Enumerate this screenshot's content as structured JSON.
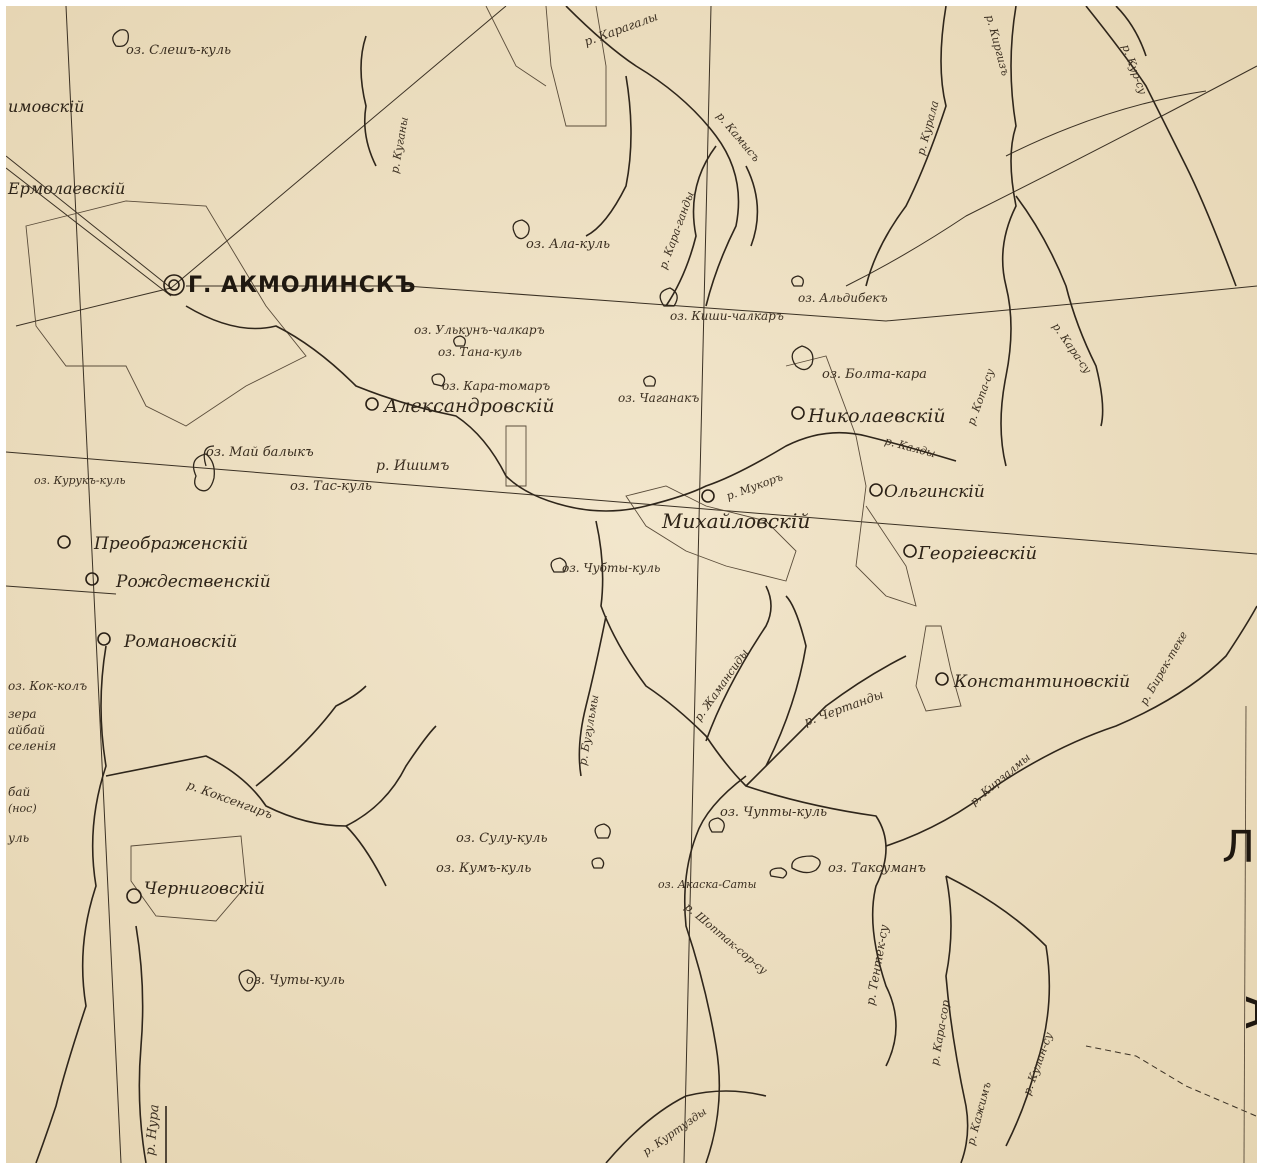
{
  "colors": {
    "paper": "#efe1c4",
    "paper_edge": "#e2d0ad",
    "ink": "#2f261b"
  },
  "cities": {
    "akmolinsk": "Г. АКМОЛИНСКЪ"
  },
  "settlements": {
    "aleksandrovsky": "Александровскій",
    "nikolaevsky": "Николаевскій",
    "olginsky": "Ольгинскій",
    "mikhailovsky": "Михайловскій",
    "georgievsky": "Георгіевскій",
    "konstantinovsky": "Константиновскій",
    "preobrazhensky": "Преображенскій",
    "rozhdestvensky": "Рождественскій",
    "romanovsky": "Романовскій",
    "chernigovsky": "Черниговскій",
    "ermolaevsky": "Ермолаевскій",
    "partial_top_left": "имовскій"
  },
  "lakes": {
    "sleshch_kul": "оз. Слешъ-куль",
    "ala_kul": "оз. Ала-куль",
    "ulkun_chalkar": "оз. Улькунъ-чалкаръ",
    "tana_kul": "оз. Тана-куль",
    "kishi_chalkar": "оз. Киши-чалкаръ",
    "aldibek": "оз. Альдибекъ",
    "bolta_kara": "оз. Болта-кара",
    "kara_tomar": "оз. Кара-томаръ",
    "chaganak": "оз. Чаганакъ",
    "mai_balyk": "оз. Май балыкъ",
    "kuruk_kul": "оз. Курукъ-куль",
    "tas_kul": "оз. Тас-куль",
    "chubty_kul": "оз. Чубты-куль",
    "kokpol": "оз. Кок-колъ",
    "chupty_kul": "оз. Чупты-куль",
    "sulu_kul": "оз. Сулу-куль",
    "kum_kul": "оз. Кумъ-куль",
    "taksuman": "оз. Таксуманъ",
    "akaska_saty": "оз. Акаска-Саты",
    "chuty_kul": "оз. Чуты-куль"
  },
  "rivers": {
    "karagal": "р. Карагалы",
    "kuragany": "р. Куганы",
    "ishim": "р. Ишимъ",
    "nura": "р. Нура",
    "koksenga": "р. Коксенгиръ",
    "chertandy": "р. Чертанды",
    "kirkalma": "р. Кирзалмы",
    "birek": "р. Бирек-теке",
    "bugulmy": "р. Бугульмы",
    "kurala": "р. Курала",
    "zhamangol": "р. Жамансиды",
    "kara_su": "р. Кара-су",
    "shoptak": "р. Шоптак-сор-су",
    "tentek": "р. Тентек-су",
    "karasor": "р. Кара-сор",
    "kurtuzdy": "р. Куртузды",
    "kulan": "р. Кулан-су",
    "kazhim": "р. Кажимъ",
    "kur_su": "р. Кур-су",
    "kirgiz": "р. Киргизъ",
    "mukhor": "р. Мукоръ",
    "kaldy": "р. Калды",
    "kopa": "р. Копа-су",
    "karagandy": "р. Кара-ганды",
    "kamysh": "р. Камысъ"
  },
  "margin_fragments": {
    "left_1": "зера",
    "left_2": "айбай",
    "left_3": "селенія",
    "left_4": "бай",
    "left_5": "(нос)",
    "left_6": "уль",
    "right_letter_1": "Л",
    "right_letter_2": "А"
  }
}
